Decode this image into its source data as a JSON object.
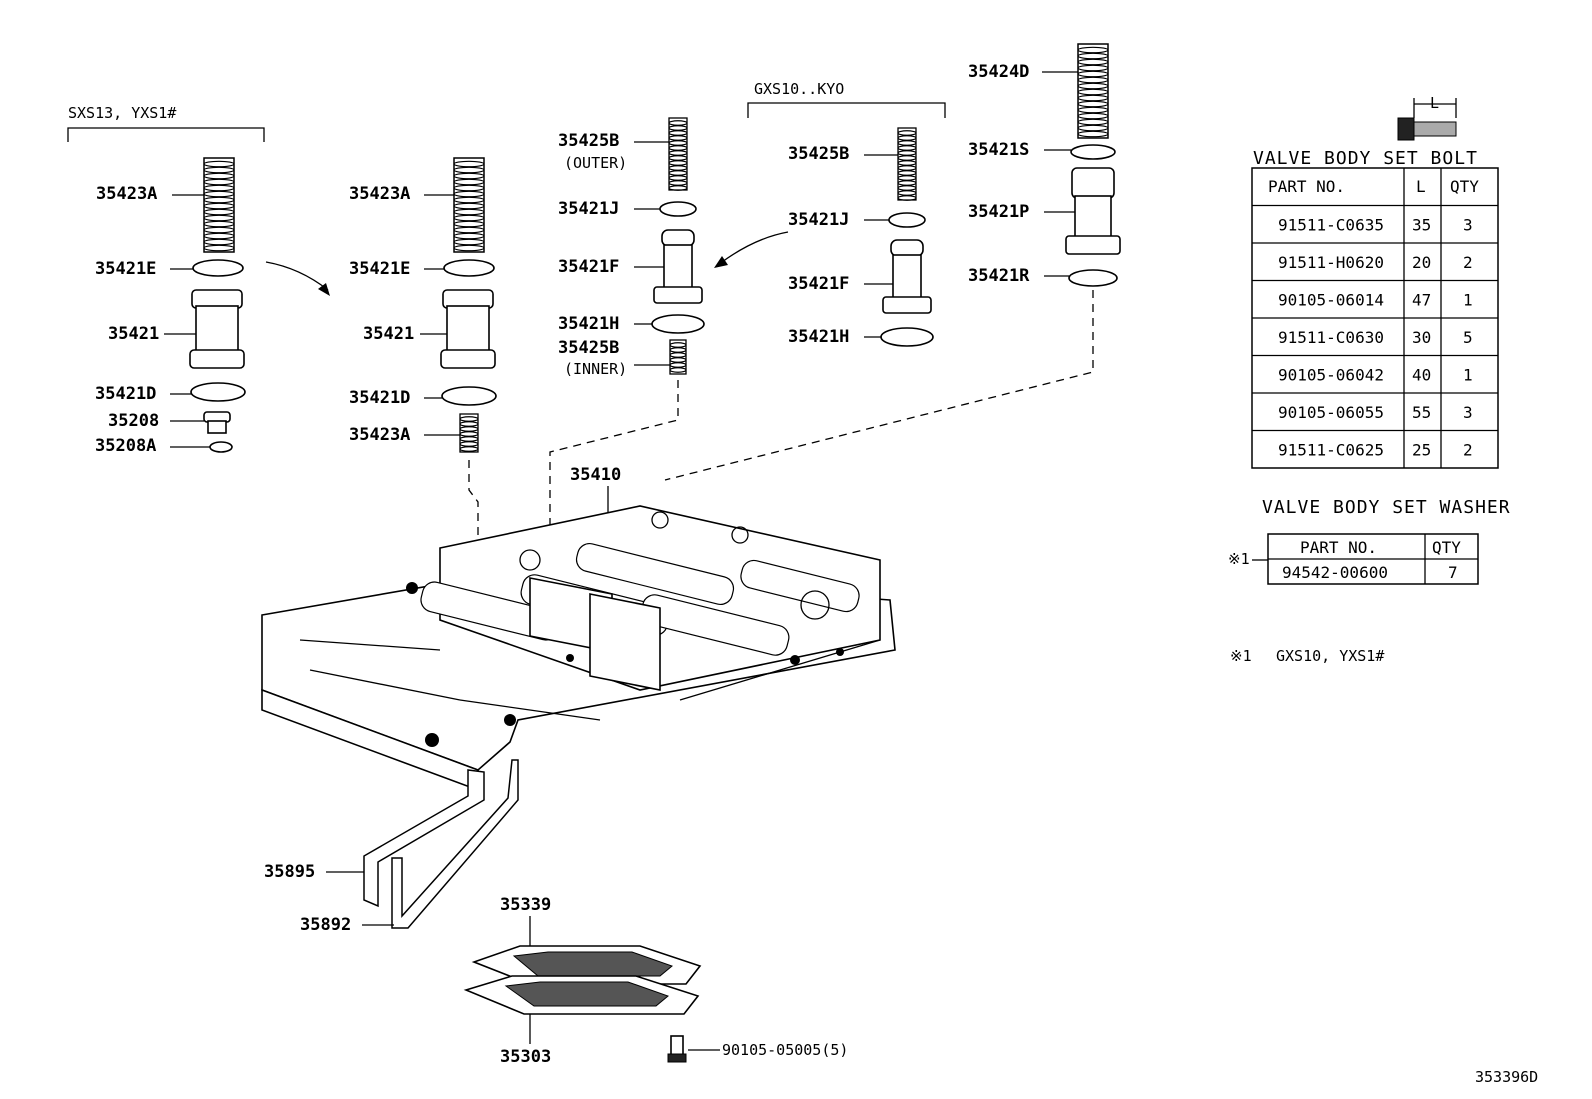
{
  "groups": {
    "left": "SXS13, YXS1#",
    "right": "GXS10..KYO"
  },
  "labels": {
    "g1_35423A": "35423A",
    "g1_35421E": "35421E",
    "g1_35421": "35421",
    "g1_35421D": "35421D",
    "g1_35208": "35208",
    "g1_35208A": "35208A",
    "g2_35423A_top": "35423A",
    "g2_35421E": "35421E",
    "g2_35421": "35421",
    "g2_35421D": "35421D",
    "g2_35423A_bot": "35423A",
    "g3_35425B": "35425B",
    "g3_outer": "(OUTER)",
    "g3_35421J": "35421J",
    "g3_35421F": "35421F",
    "g3_35421H": "35421H",
    "g3_35425B_inner": "35425B",
    "g3_inner": "(INNER)",
    "g4_35425B": "35425B",
    "g4_35421J": "35421J",
    "g4_35421F": "35421F",
    "g4_35421H": "35421H",
    "g5_35424D": "35424D",
    "g5_35421S": "35421S",
    "g5_35421P": "35421P",
    "g5_35421R": "35421R",
    "valve_body": "35410",
    "pipe_35895": "35895",
    "pipe_35892": "35892",
    "strainer_35339": "35339",
    "strainer_35303": "35303",
    "bolt_strainer": "90105-05005(5)",
    "diagram_id": "353396D"
  },
  "bolt_table": {
    "title": "VALVE BODY SET BOLT",
    "dim_label": "L",
    "headers": [
      "PART NO.",
      "L",
      "QTY"
    ],
    "rows": [
      {
        "part": "91511-C0635",
        "l": "35",
        "qty": "3"
      },
      {
        "part": "91511-H0620",
        "l": "20",
        "qty": "2"
      },
      {
        "part": "90105-06014",
        "l": "47",
        "qty": "1"
      },
      {
        "part": "91511-C0630",
        "l": "30",
        "qty": "5"
      },
      {
        "part": "90105-06042",
        "l": "40",
        "qty": "1"
      },
      {
        "part": "90105-06055",
        "l": "55",
        "qty": "3"
      },
      {
        "part": "91511-C0625",
        "l": "25",
        "qty": "2"
      }
    ]
  },
  "washer_table": {
    "title": "VALVE BODY SET WASHER",
    "marker": "※1",
    "headers": [
      "PART NO.",
      "QTY"
    ],
    "rows": [
      {
        "part": "94542-00600",
        "qty": "7"
      }
    ]
  },
  "footnote": {
    "marker": "※1",
    "text": "GXS10, YXS1#"
  }
}
